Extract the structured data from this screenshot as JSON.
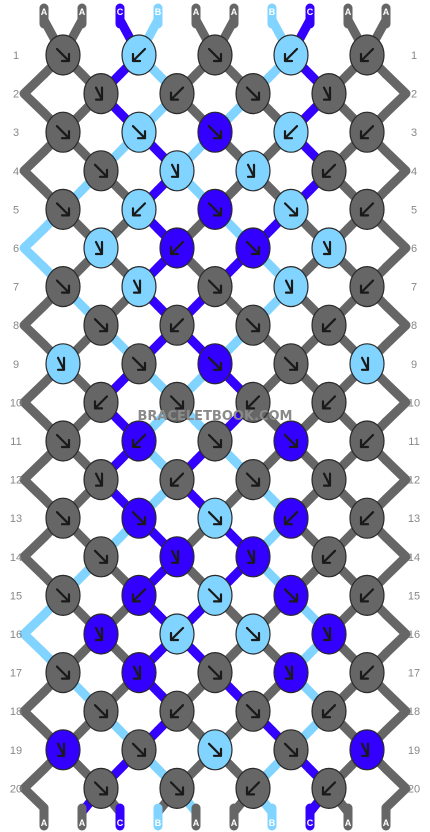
{
  "watermark": "BRACELETBOOK.COM",
  "colors": {
    "A": "#666666",
    "B": "#80d4ff",
    "C": "#3300ff",
    "arrow": "#1a1a1a",
    "label": "#888888"
  },
  "strands_top": [
    "A",
    "A",
    "C",
    "B",
    "A",
    "A",
    "B",
    "C",
    "A",
    "A"
  ],
  "strands_bottom": [
    "A",
    "A",
    "C",
    "B",
    "A",
    "A",
    "B",
    "C",
    "A",
    "A"
  ],
  "row_numbers": [
    "1",
    "2",
    "3",
    "4",
    "5",
    "6",
    "7",
    "8",
    "9",
    "10",
    "11",
    "12",
    "13",
    "14",
    "15",
    "16",
    "17",
    "18",
    "19",
    "20"
  ],
  "knots": [
    [
      {
        "c": "A",
        "d": "se"
      },
      {
        "c": "B",
        "d": "sw"
      },
      {
        "c": "A",
        "d": "se"
      },
      {
        "c": "B",
        "d": "sw"
      },
      {
        "c": "A",
        "d": "sw"
      }
    ],
    [
      {
        "c": "A",
        "d": "ss"
      },
      {
        "c": "A",
        "d": "sw"
      },
      {
        "c": "A",
        "d": "se"
      },
      {
        "c": "A",
        "d": "ss"
      }
    ],
    [
      {
        "c": "A",
        "d": "se"
      },
      {
        "c": "B",
        "d": "se"
      },
      {
        "c": "C",
        "d": "se"
      },
      {
        "c": "B",
        "d": "sw"
      },
      {
        "c": "A",
        "d": "sw"
      }
    ],
    [
      {
        "c": "A",
        "d": "se"
      },
      {
        "c": "B",
        "d": "ss"
      },
      {
        "c": "B",
        "d": "ss"
      },
      {
        "c": "A",
        "d": "sw"
      }
    ],
    [
      {
        "c": "A",
        "d": "se"
      },
      {
        "c": "B",
        "d": "sw"
      },
      {
        "c": "C",
        "d": "se"
      },
      {
        "c": "B",
        "d": "se"
      },
      {
        "c": "A",
        "d": "sw"
      }
    ],
    [
      {
        "c": "B",
        "d": "ss"
      },
      {
        "c": "C",
        "d": "sw"
      },
      {
        "c": "C",
        "d": "se"
      },
      {
        "c": "B",
        "d": "ss"
      }
    ],
    [
      {
        "c": "A",
        "d": "se"
      },
      {
        "c": "B",
        "d": "ss"
      },
      {
        "c": "A",
        "d": "se"
      },
      {
        "c": "B",
        "d": "ss"
      },
      {
        "c": "A",
        "d": "sw"
      }
    ],
    [
      {
        "c": "A",
        "d": "se"
      },
      {
        "c": "A",
        "d": "sw"
      },
      {
        "c": "A",
        "d": "se"
      },
      {
        "c": "A",
        "d": "sw"
      }
    ],
    [
      {
        "c": "B",
        "d": "ss"
      },
      {
        "c": "A",
        "d": "se"
      },
      {
        "c": "C",
        "d": "se"
      },
      {
        "c": "A",
        "d": "se"
      },
      {
        "c": "B",
        "d": "ss"
      }
    ],
    [
      {
        "c": "A",
        "d": "sw"
      },
      {
        "c": "A",
        "d": "se"
      },
      {
        "c": "A",
        "d": "sw"
      },
      {
        "c": "A",
        "d": "sw"
      }
    ],
    [
      {
        "c": "A",
        "d": "se"
      },
      {
        "c": "C",
        "d": "sw"
      },
      {
        "c": "A",
        "d": "se"
      },
      {
        "c": "C",
        "d": "se"
      },
      {
        "c": "A",
        "d": "sw"
      }
    ],
    [
      {
        "c": "A",
        "d": "ss"
      },
      {
        "c": "A",
        "d": "sw"
      },
      {
        "c": "A",
        "d": "se"
      },
      {
        "c": "A",
        "d": "ss"
      }
    ],
    [
      {
        "c": "A",
        "d": "se"
      },
      {
        "c": "C",
        "d": "se"
      },
      {
        "c": "B",
        "d": "se"
      },
      {
        "c": "C",
        "d": "sw"
      },
      {
        "c": "A",
        "d": "sw"
      }
    ],
    [
      {
        "c": "A",
        "d": "se"
      },
      {
        "c": "C",
        "d": "ss"
      },
      {
        "c": "C",
        "d": "ss"
      },
      {
        "c": "A",
        "d": "sw"
      }
    ],
    [
      {
        "c": "A",
        "d": "se"
      },
      {
        "c": "C",
        "d": "sw"
      },
      {
        "c": "B",
        "d": "se"
      },
      {
        "c": "C",
        "d": "se"
      },
      {
        "c": "A",
        "d": "sw"
      }
    ],
    [
      {
        "c": "C",
        "d": "ss"
      },
      {
        "c": "B",
        "d": "sw"
      },
      {
        "c": "B",
        "d": "se"
      },
      {
        "c": "C",
        "d": "ss"
      }
    ],
    [
      {
        "c": "A",
        "d": "se"
      },
      {
        "c": "C",
        "d": "ss"
      },
      {
        "c": "A",
        "d": "se"
      },
      {
        "c": "C",
        "d": "ss"
      },
      {
        "c": "A",
        "d": "sw"
      }
    ],
    [
      {
        "c": "A",
        "d": "se"
      },
      {
        "c": "A",
        "d": "sw"
      },
      {
        "c": "A",
        "d": "se"
      },
      {
        "c": "A",
        "d": "sw"
      }
    ],
    [
      {
        "c": "C",
        "d": "ss"
      },
      {
        "c": "A",
        "d": "se"
      },
      {
        "c": "B",
        "d": "se"
      },
      {
        "c": "A",
        "d": "se"
      },
      {
        "c": "C",
        "d": "ss"
      }
    ],
    [
      {
        "c": "A",
        "d": "se"
      },
      {
        "c": "A",
        "d": "se"
      },
      {
        "c": "A",
        "d": "sw"
      },
      {
        "c": "A",
        "d": "sw"
      }
    ]
  ]
}
